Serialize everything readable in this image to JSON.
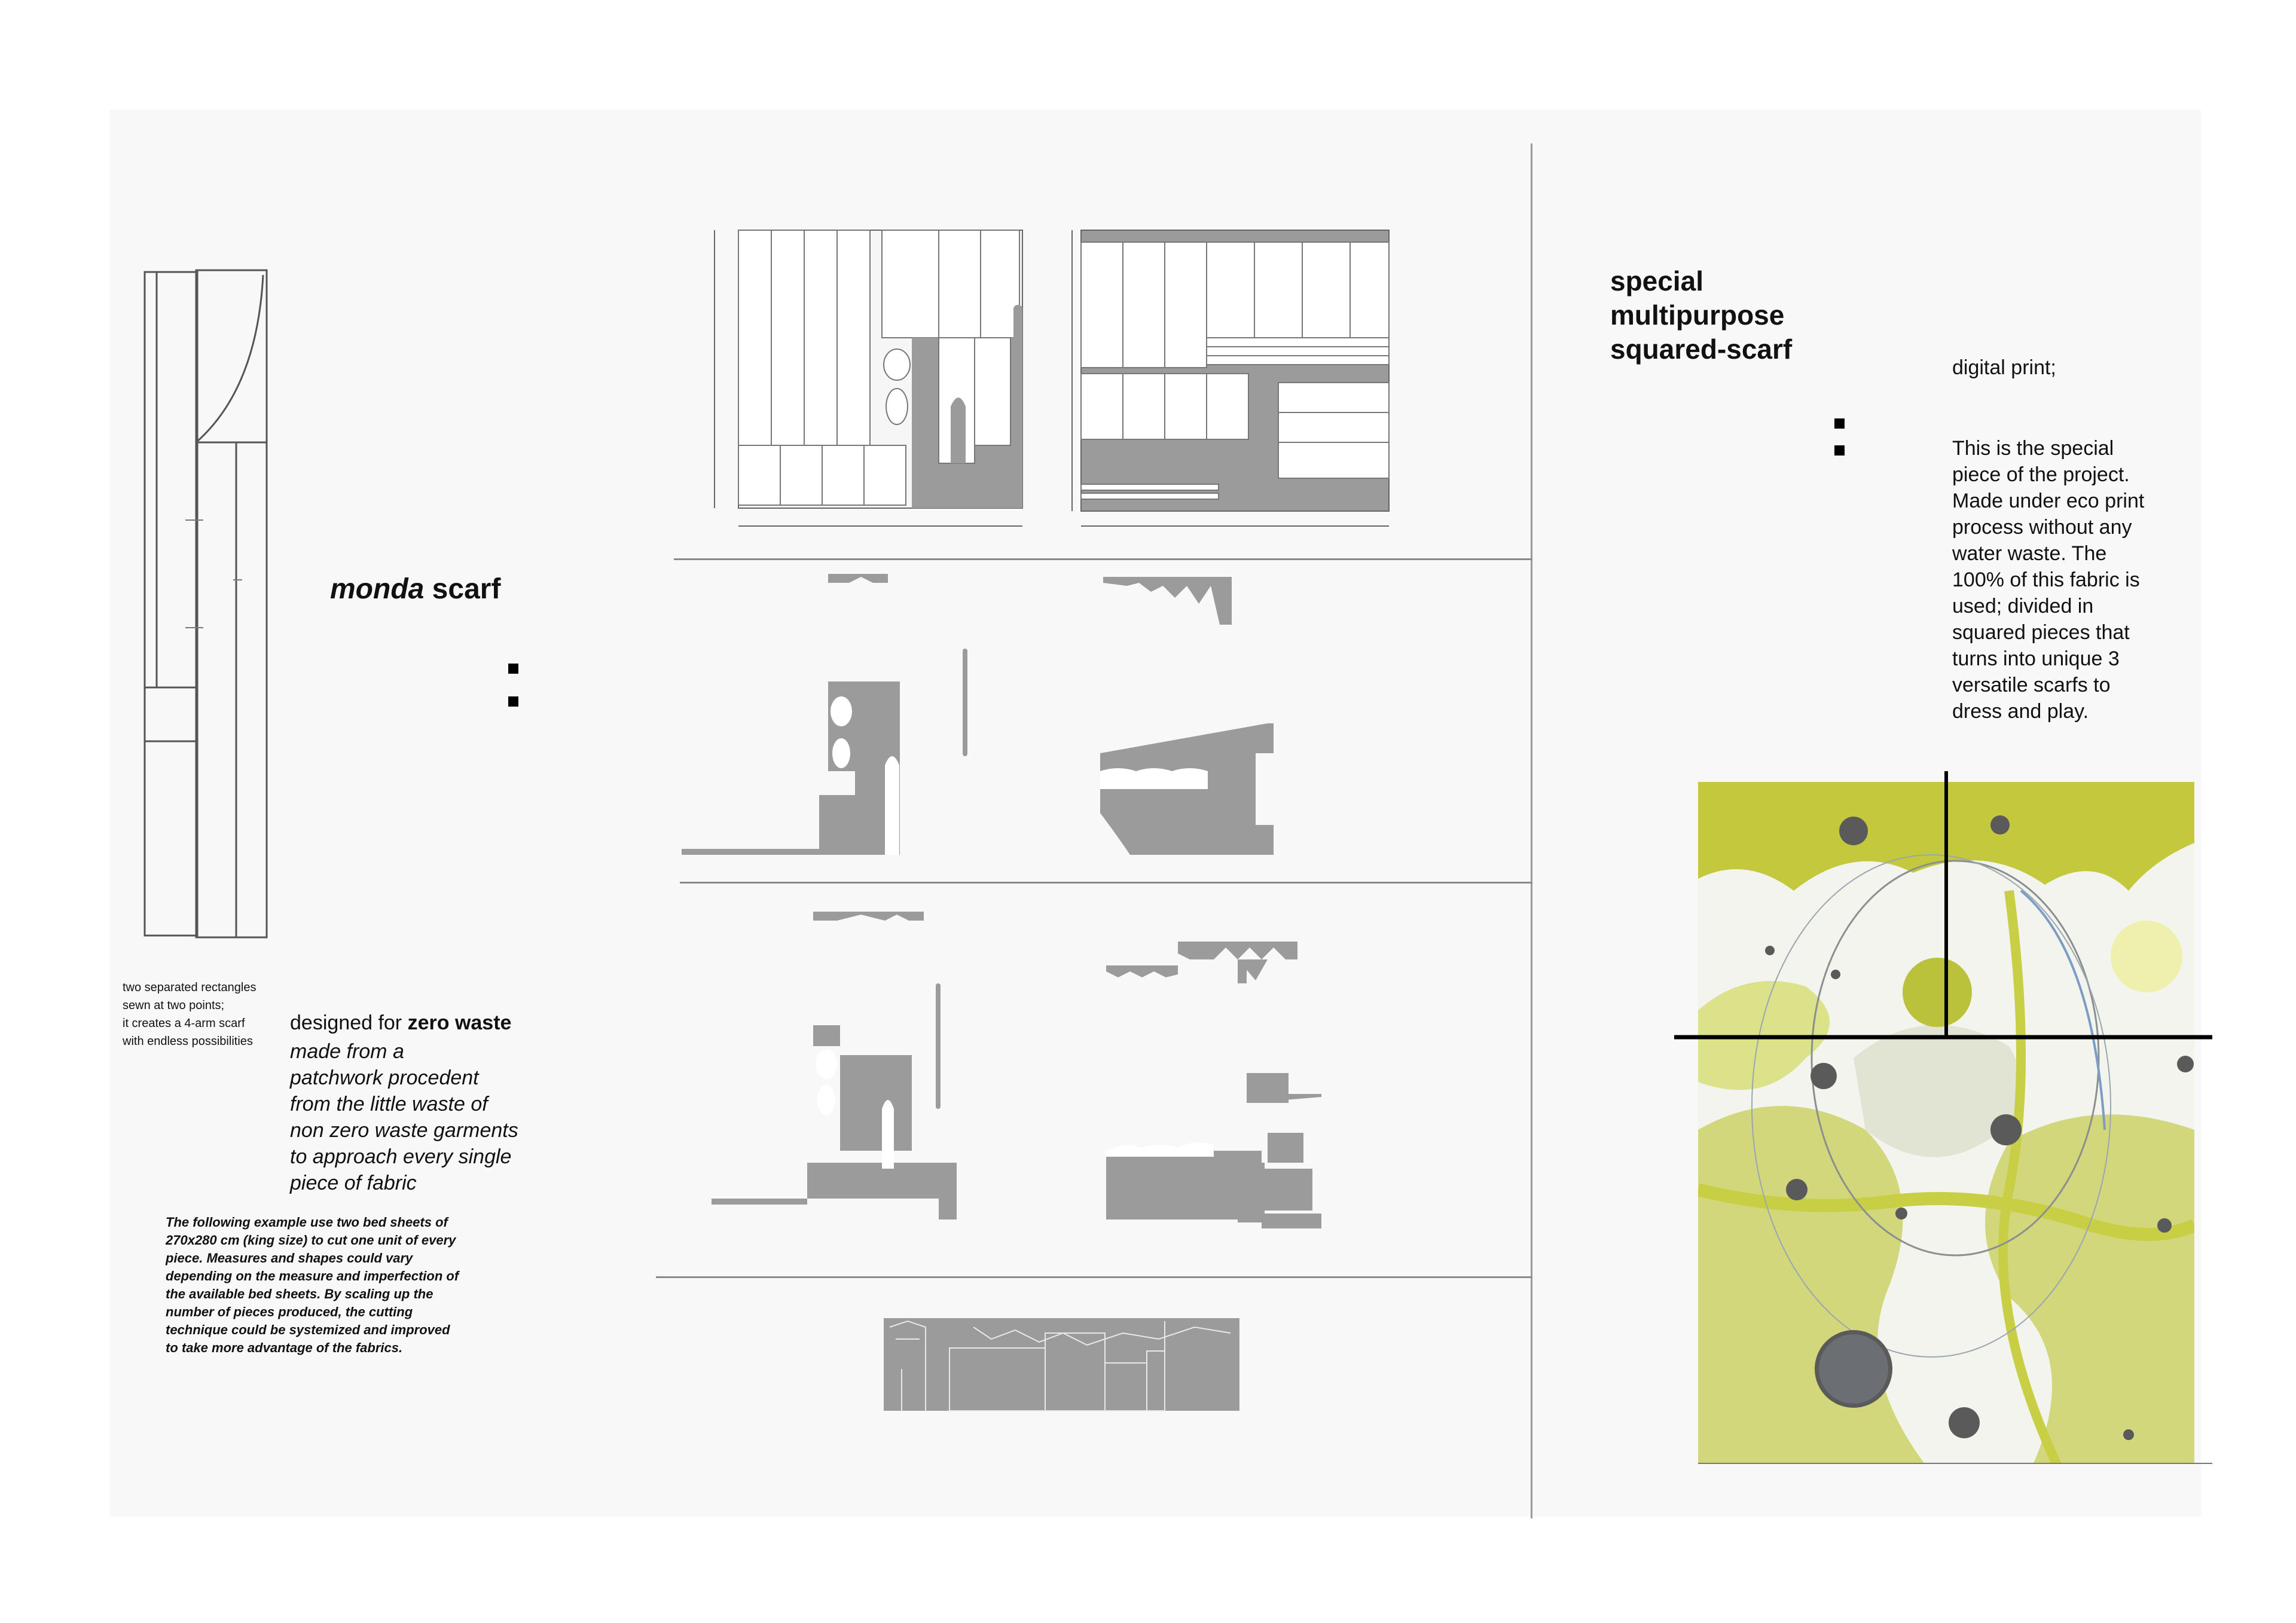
{
  "monda": {
    "title_italic": "monda",
    "title_rest": " scarf",
    "note": "two separated rectangles\nsewn at two points;\nit creates a 4-arm scarf\nwith endless possibilities",
    "zero_waste_prefix": "designed for ",
    "zero_waste_bold": "zero waste",
    "zero_waste_body": "      made from a\npatchwork procedent\nfrom the little waste of\nnon zero waste garments\nto approach every single\npiece of fabric",
    "example": "The following example use two bed sheets of\n270x280 cm (king size) to cut one unit of every\npiece. Measures and shapes could vary\ndepending on the measure and imperfection of\nthe available bed sheets. By scaling up the\nnumber of pieces produced, the cutting\ntechnique could be systemized and improved\nto take more advantage of the fabrics."
  },
  "special": {
    "title": "special\nmultipurpose\nsquared-scarf",
    "digital_print": "digital print;",
    "body": "This is the special\npiece of the project.\nMade under eco print\nprocess without any\nwater waste. The\n100% of this fabric is\nused; divided in\nsquared  pieces that\nturns into unique 3\nversatile scarfs to\ndress and play."
  },
  "colors": {
    "board": "#f8f8f8",
    "waste_grey": "#9b9b9b",
    "print_green": "#b9c23a",
    "print_dot": "#5a5a5a"
  }
}
